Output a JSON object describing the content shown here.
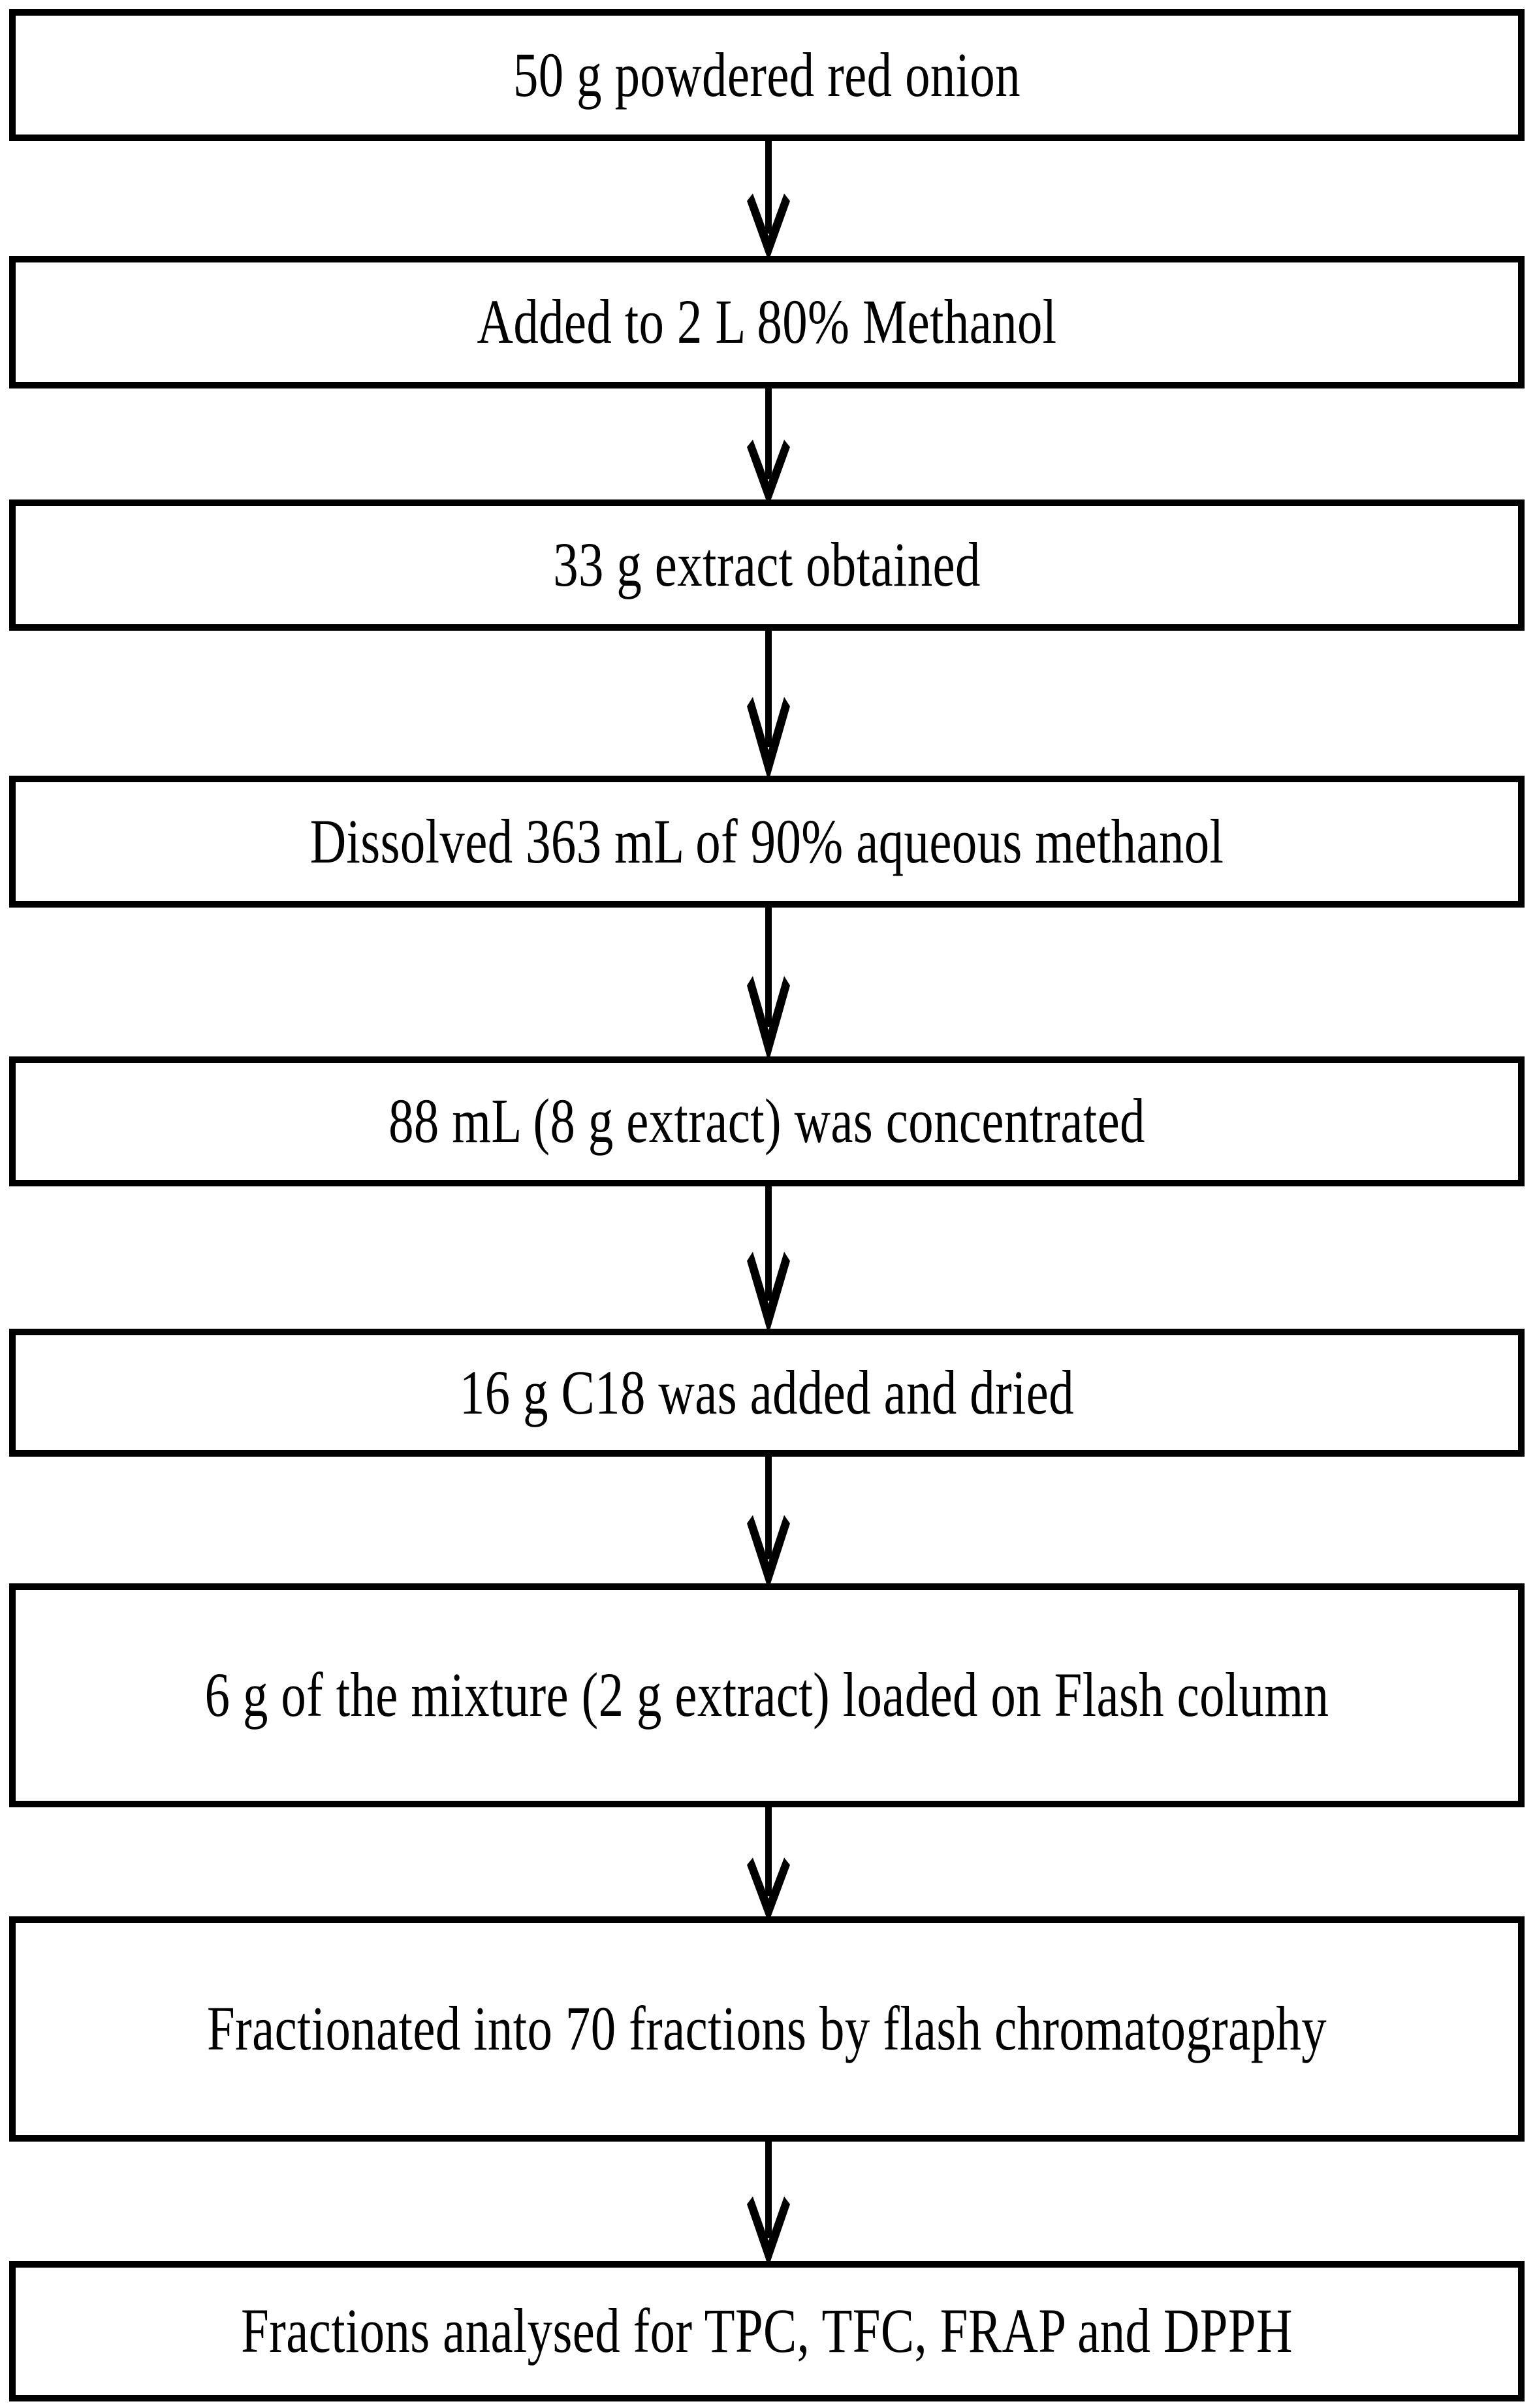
{
  "diagram": {
    "title": "Red onion extract preparation and fractionation flowchart",
    "type": "vertical-flowchart",
    "orientation": "top-to-bottom",
    "colors": {
      "box_border": "#000000",
      "box_fill": "#ffffff",
      "text": "#000000",
      "arrow": "#000000",
      "background": "#ffffff"
    },
    "nodes": [
      {
        "id": "node-1",
        "label": "50 g powdered red onion"
      },
      {
        "id": "node-2",
        "label": "Added to 2 L 80% Methanol"
      },
      {
        "id": "node-3",
        "label": "33 g extract obtained"
      },
      {
        "id": "node-4",
        "label": "Dissolved 363 mL of 90% aqueous methanol"
      },
      {
        "id": "node-5",
        "label": "88 mL (8 g extract) was concentrated"
      },
      {
        "id": "node-6",
        "label": "16 g C18 was added and dried"
      },
      {
        "id": "node-7",
        "label": "6 g of the mixture (2 g extract) loaded on Flash column"
      },
      {
        "id": "node-8",
        "label": "Fractionated into 70 fractions by flash chromatography"
      },
      {
        "id": "node-9",
        "label": "Fractions analysed for TPC, TFC, FRAP and DPPH"
      }
    ],
    "connectors": [
      {
        "id": "arrow-1",
        "from": "node-1",
        "to": "node-2",
        "icon": "down-arrow-icon"
      },
      {
        "id": "arrow-2",
        "from": "node-2",
        "to": "node-3",
        "icon": "down-arrow-icon"
      },
      {
        "id": "arrow-3",
        "from": "node-3",
        "to": "node-4",
        "icon": "down-arrow-icon"
      },
      {
        "id": "arrow-4",
        "from": "node-4",
        "to": "node-5",
        "icon": "down-arrow-icon"
      },
      {
        "id": "arrow-5",
        "from": "node-5",
        "to": "node-6",
        "icon": "down-arrow-icon"
      },
      {
        "id": "arrow-6",
        "from": "node-6",
        "to": "node-7",
        "icon": "down-arrow-icon"
      },
      {
        "id": "arrow-7",
        "from": "node-7",
        "to": "node-8",
        "icon": "down-arrow-icon"
      },
      {
        "id": "arrow-8",
        "from": "node-8",
        "to": "node-9",
        "icon": "down-arrow-icon"
      }
    ]
  }
}
